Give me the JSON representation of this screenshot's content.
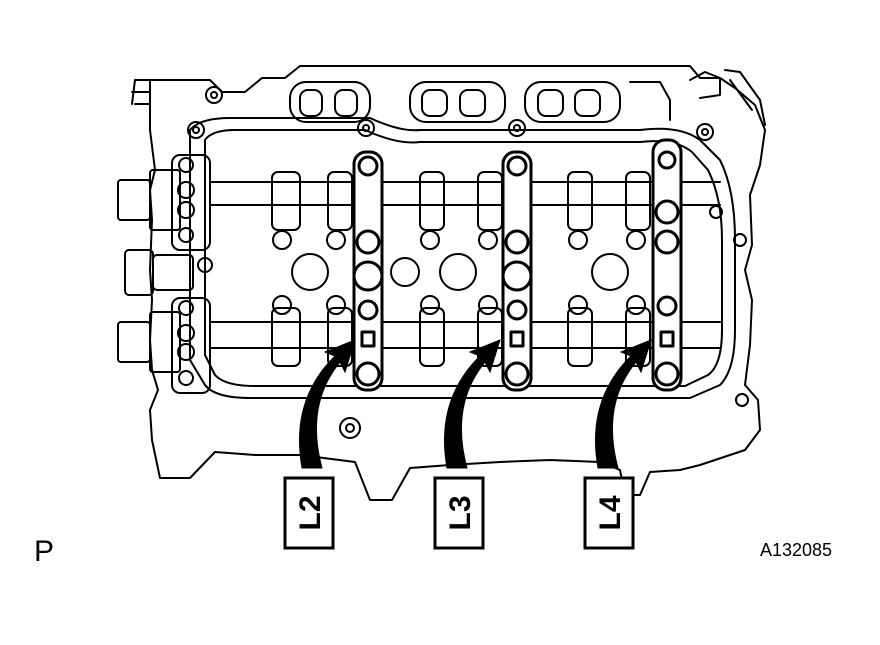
{
  "figure": {
    "view_mark": "P",
    "code": "A132085",
    "callouts": [
      {
        "label": "L2"
      },
      {
        "label": "L3"
      },
      {
        "label": "L4"
      }
    ]
  },
  "colors": {
    "line": "#000000",
    "background": "#ffffff"
  }
}
